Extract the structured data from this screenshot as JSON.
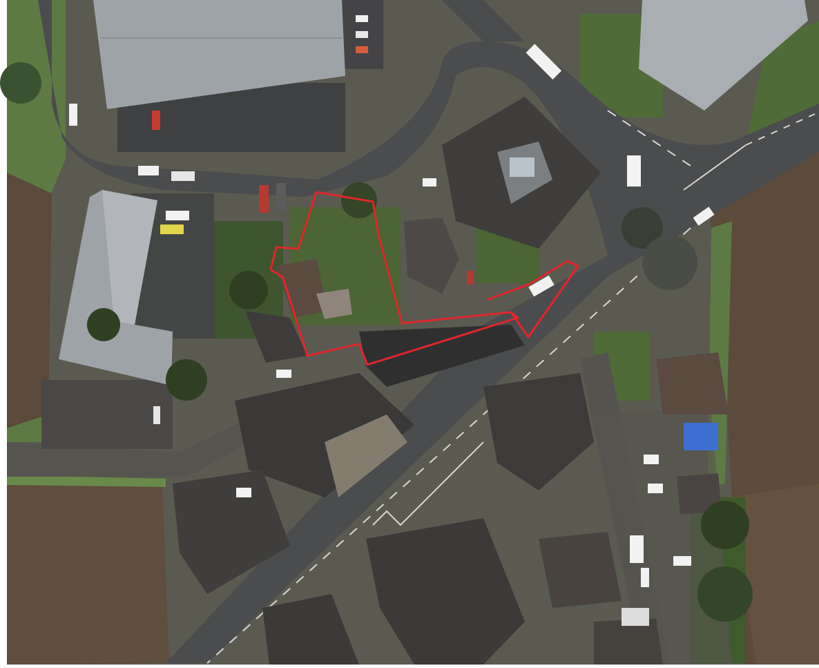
{
  "map": {
    "kind": "aerial satellite photograph",
    "features": [
      "site-boundary-outline",
      "main-road",
      "side-road",
      "industrial-buildings",
      "car-parks",
      "houses",
      "fields",
      "swimming-pool",
      "trees"
    ]
  },
  "colors": {
    "boundary": "#e0262b",
    "field_dark": "#5c4a3a",
    "field_green": "#5d7a45",
    "grass": "#4f6b38",
    "road": "#4a4c4d",
    "road_marking": "#d9d9d2",
    "roof_grey": "#9ea3a8",
    "roof_dark": "#3c3b3a",
    "roof_brown": "#5a4a40",
    "pool": "#3d6fd0",
    "tree": "#2f3f22"
  }
}
